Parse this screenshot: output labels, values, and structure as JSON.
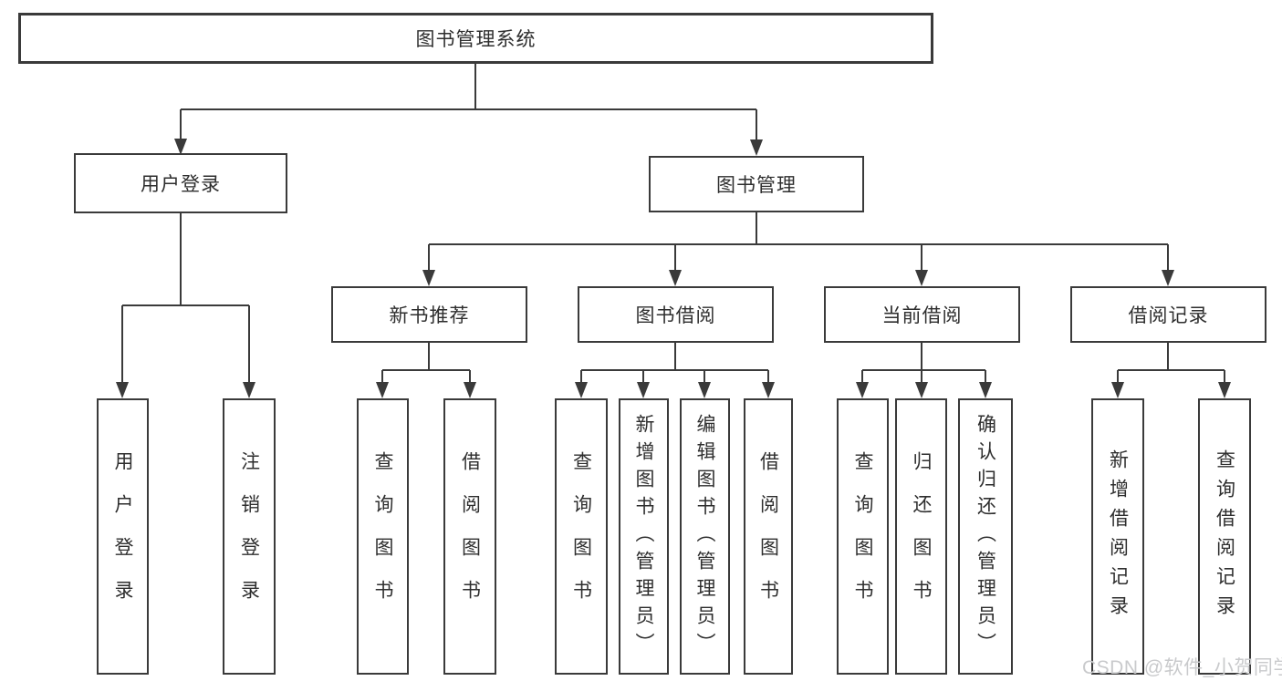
{
  "diagram_title": "图书管理系统",
  "tree": {
    "label": "图书管理系统",
    "children": [
      {
        "label": "用户登录",
        "children": [
          {
            "label": "用户登录"
          },
          {
            "label": "注销登录"
          }
        ]
      },
      {
        "label": "图书管理",
        "children": [
          {
            "label": "新书推荐",
            "children": [
              {
                "label": "查询图书"
              },
              {
                "label": "借阅图书"
              }
            ]
          },
          {
            "label": "图书借阅",
            "children": [
              {
                "label": "查询图书"
              },
              {
                "label": "新增图书（管理员）"
              },
              {
                "label": "编辑图书（管理员）"
              },
              {
                "label": "借阅图书"
              }
            ]
          },
          {
            "label": "当前借阅",
            "children": [
              {
                "label": "查询图书"
              },
              {
                "label": "归还图书"
              },
              {
                "label": "确认归还（管理员）"
              }
            ]
          },
          {
            "label": "借阅记录",
            "children": [
              {
                "label": "新增借阅记录"
              },
              {
                "label": "查询借阅记录"
              }
            ]
          }
        ]
      }
    ]
  },
  "watermark": {
    "text": "CSDN @软件_小贺同学"
  },
  "colors": {
    "line": "#3a3a3a",
    "box_background": "#ffffff",
    "text": "#2e2e2e",
    "watermark": "#c9cacc"
  }
}
